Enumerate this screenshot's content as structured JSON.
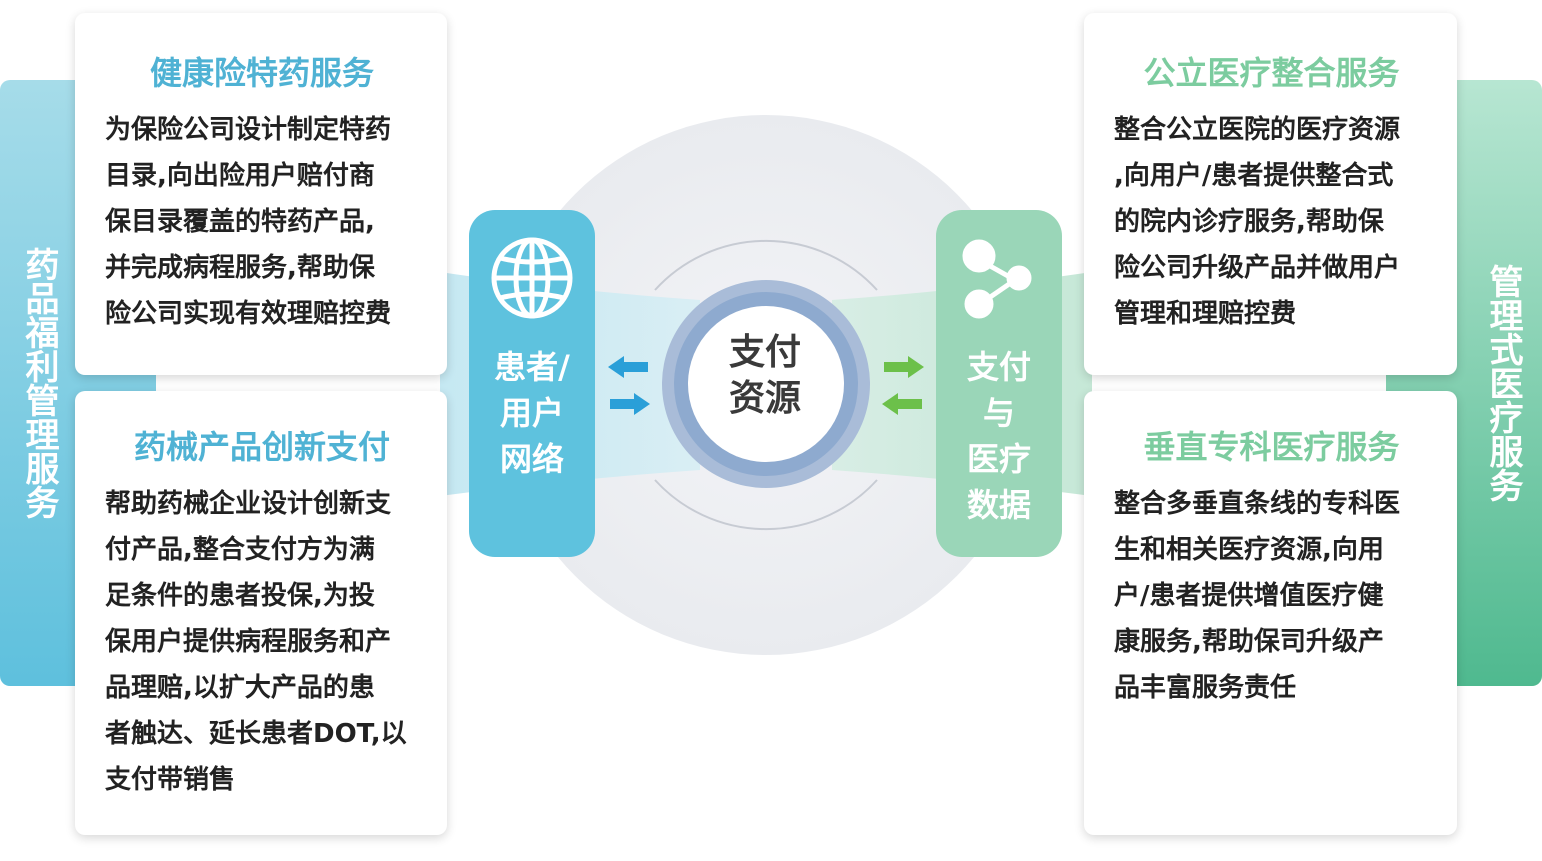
{
  "left_sidebar_title": "药品福利管理服务",
  "right_sidebar_title": "管理式医疗服务",
  "cards": {
    "top_left": {
      "title": "健康险特药服务",
      "lines": [
        "为保险公司设计制定特药",
        "目录,向出险用户赔付商",
        "保目录覆盖的特药产品,",
        "并完成病程服务,帮助保",
        "险公司实现有效理赔控费"
      ]
    },
    "bottom_left": {
      "title": "药械产品创新支付",
      "lines": [
        "帮助药械企业设计创新支",
        "付产品,整合支付方为满",
        "足条件的患者投保,为投",
        "保用户提供病程服务和产",
        "品理赔,以扩大产品的患",
        "者触达、延长患者DOT,以",
        "支付带销售"
      ]
    },
    "top_right": {
      "title": "公立医疗整合服务",
      "lines": [
        "整合公立医院的医疗资源",
        ",向用户/患者提供整合式",
        "的院内诊疗服务,帮助保",
        "险公司升级产品并做用户",
        "管理和理赔控费"
      ]
    },
    "bottom_right": {
      "title": "垂直专科医疗服务",
      "lines": [
        "整合多垂直条线的专科医",
        "生和相关医疗资源,向用",
        "户/患者提供增值医疗健",
        "康服务,帮助保司升级产",
        "品丰富服务责任"
      ]
    }
  },
  "nodes": {
    "left": {
      "lines": [
        "患者/",
        "用户",
        "网络"
      ],
      "icon": "globe-icon"
    },
    "right": {
      "lines": [
        "支付",
        "与",
        "医疗",
        "数据"
      ],
      "icon": "share-network-icon"
    }
  },
  "core": {
    "lines": [
      "支付",
      "资源"
    ]
  },
  "colors": {
    "blue": "#5ec2de",
    "green": "#9ad6b8",
    "blue_title": "#4fb2d4",
    "green_title": "#7ccc9f",
    "arrow_blue": "#2a9fd8",
    "arrow_green": "#6cc04a"
  }
}
